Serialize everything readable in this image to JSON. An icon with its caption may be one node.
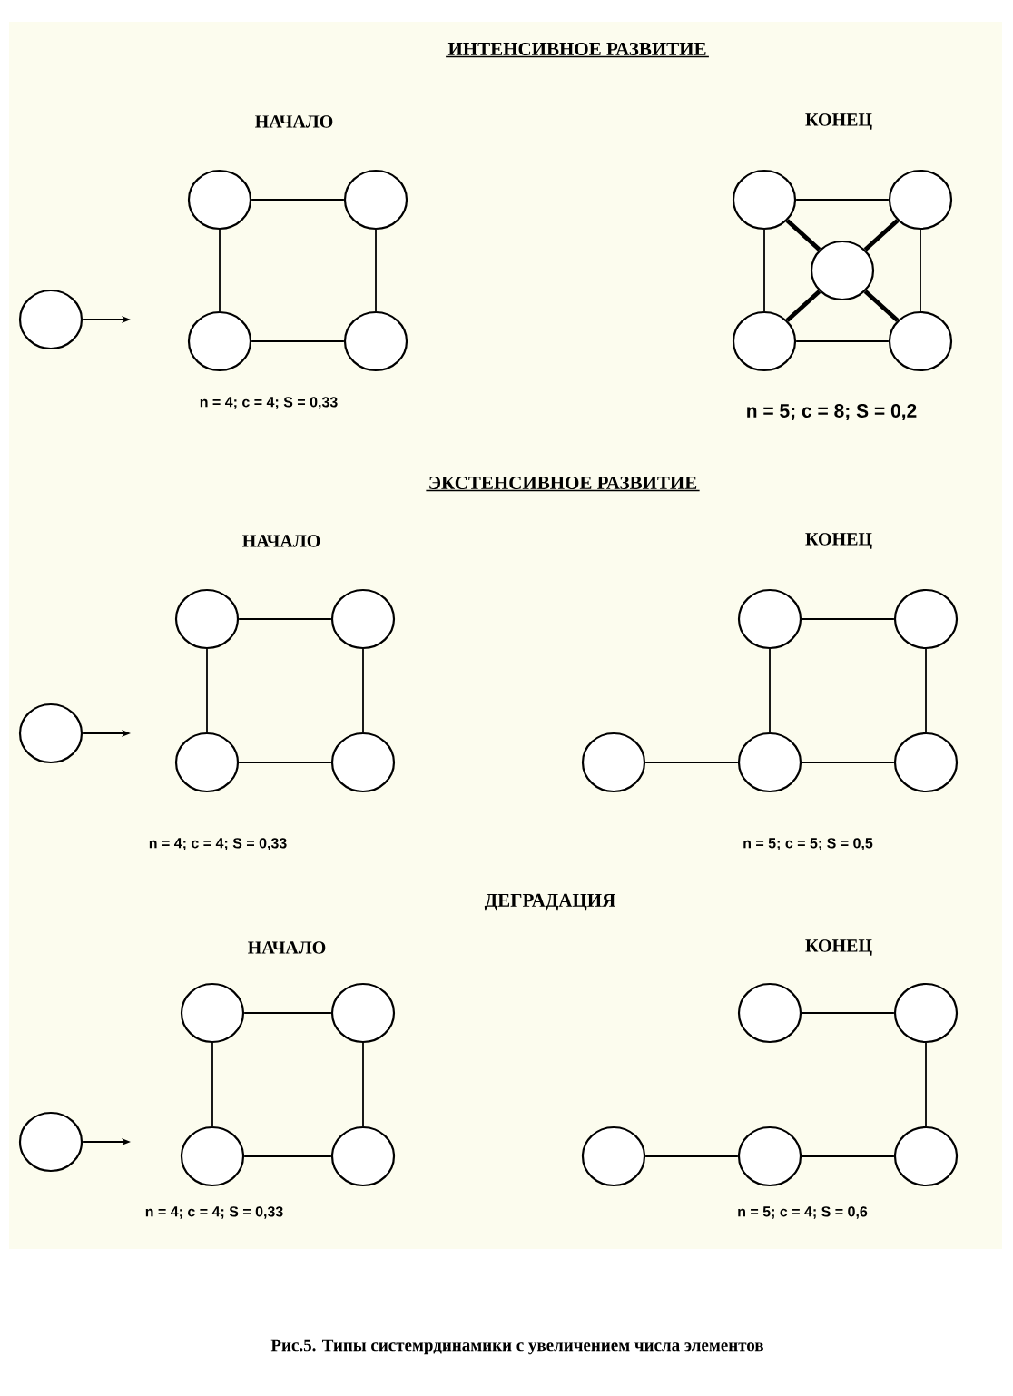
{
  "diagram": {
    "caption": "Рис.5. Типы системрдинамики с увеличением числа элементов",
    "nodes": [
      {
        "text": [],
        "shape": "circle"
      },
      {
        "text": [],
        "shape": "circle"
      },
      {
        "text": [],
        "shape": "circle"
      },
      {
        "text": [],
        "shape": "circle"
      },
      {
        "text": [],
        "shape": "circle"
      },
      {
        "text": [],
        "shape": "circle"
      },
      {
        "text": [],
        "shape": "circle"
      },
      {
        "text": [],
        "shape": "circle"
      },
      {
        "text": [],
        "shape": "circle"
      },
      {
        "text": [],
        "shape": "circle"
      },
      {
        "text": [],
        "shape": "circle"
      },
      {
        "text": [],
        "shape": "circle"
      },
      {
        "text": [],
        "shape": "circle"
      },
      {
        "text": [],
        "shape": "circle"
      },
      {
        "text": [],
        "shape": "circle"
      },
      {
        "text": [],
        "shape": "circle"
      },
      {
        "text": [],
        "shape": "circle"
      },
      {
        "text": [],
        "shape": "circle"
      },
      {
        "text": [],
        "shape": "circle"
      },
      {
        "text": [],
        "shape": "circle"
      },
      {
        "text": [],
        "shape": "circle"
      },
      {
        "text": [],
        "shape": "circle"
      },
      {
        "text": [],
        "shape": "circle"
      },
      {
        "text": [],
        "shape": "circle"
      },
      {
        "text": [],
        "shape": "circle"
      },
      {
        "text": [],
        "shape": "circle"
      },
      {
        "text": [],
        "shape": "circle"
      },
      {
        "text": [],
        "shape": "circle"
      },
      {
        "text": [],
        "shape": "circle"
      },
      {
        "text": [],
        "shape": "circle"
      }
    ],
    "edges": [
      {
        "from": 0,
        "to": null,
        "arrow": "to"
      },
      {
        "from": 1,
        "to": 2,
        "arrow": "none"
      },
      {
        "from": 1,
        "to": 3,
        "arrow": "none"
      },
      {
        "from": 2,
        "to": 4,
        "arrow": "none"
      },
      {
        "from": 3,
        "to": 4,
        "arrow": "none"
      },
      {
        "from": 5,
        "to": 6,
        "arrow": "none"
      },
      {
        "from": 5,
        "to": 8,
        "arrow": "none"
      },
      {
        "from": 6,
        "to": 9,
        "arrow": "none"
      },
      {
        "from": 8,
        "to": 9,
        "arrow": "none"
      },
      {
        "from": 7,
        "to": 5,
        "arrow": "none",
        "style": "thick"
      },
      {
        "from": 7,
        "to": 6,
        "arrow": "none",
        "style": "thick"
      },
      {
        "from": 7,
        "to": 8,
        "arrow": "none",
        "style": "thick"
      },
      {
        "from": 7,
        "to": 9,
        "arrow": "none",
        "style": "thick"
      },
      {
        "from": 10,
        "to": null,
        "arrow": "to"
      },
      {
        "from": 11,
        "to": 12,
        "arrow": "none"
      },
      {
        "from": 11,
        "to": 13,
        "arrow": "none"
      },
      {
        "from": 12,
        "to": 14,
        "arrow": "none"
      },
      {
        "from": 13,
        "to": 14,
        "arrow": "none"
      },
      {
        "from": 15,
        "to": 16,
        "arrow": "none"
      },
      {
        "from": 15,
        "to": 18,
        "arrow": "none"
      },
      {
        "from": 16,
        "to": 19,
        "arrow": "none"
      },
      {
        "from": 18,
        "to": 19,
        "arrow": "none"
      },
      {
        "from": 17,
        "to": 18,
        "arrow": "none"
      },
      {
        "from": 20,
        "to": null,
        "arrow": "to"
      },
      {
        "from": 21,
        "to": 22,
        "arrow": "none"
      },
      {
        "from": 21,
        "to": 23,
        "arrow": "none"
      },
      {
        "from": 22,
        "to": 24,
        "arrow": "none"
      },
      {
        "from": 23,
        "to": 24,
        "arrow": "none"
      },
      {
        "from": 25,
        "to": 26,
        "arrow": "none"
      },
      {
        "from": 26,
        "to": 29,
        "arrow": "none"
      },
      {
        "from": 28,
        "to": 29,
        "arrow": "none"
      },
      {
        "from": 27,
        "to": 28,
        "arrow": "none"
      }
    ],
    "labels": [
      "ИНТЕНСИВНОЕ РАЗВИТИЕ",
      "НАЧАЛО",
      "КОНЕЦ",
      "n = 4; c = 4;  S = 0,33",
      "n = 5; c = 8;  S = 0,2",
      "ЭКСТЕНСИВНОЕ  РАЗВИТИЕ",
      "НАЧАЛО",
      "КОНЕЦ",
      "n = 4; c = 4;  S = 0,33",
      "n = 5; c = 5;  S = 0,5",
      "ДЕГРАДАЦИЯ",
      "НАЧАЛО",
      "КОНЕЦ",
      "n = 4; c = 4;  S = 0,33",
      "n = 5; c = 4;  S = 0,6"
    ]
  }
}
